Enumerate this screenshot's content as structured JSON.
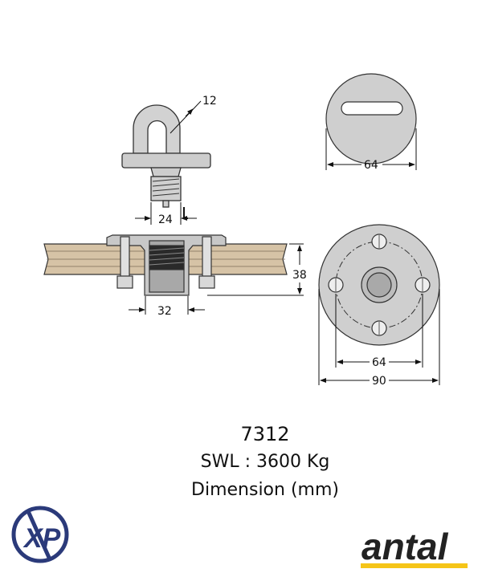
{
  "drawing": {
    "dimensions": {
      "eye_thickness": "12",
      "thread_diameter": "24",
      "socket_width": "32",
      "deck_thickness": "38",
      "eye_plate_diameter": "64",
      "hole_spacing": "64",
      "base_diameter": "90"
    }
  },
  "caption": {
    "model": "7312",
    "swl": "SWL : 3600 Kg",
    "units": "Dimension (mm)"
  },
  "logos": {
    "xp": "XP",
    "antal": "antal"
  },
  "colors": {
    "steel": "#cfcfcf",
    "wood": "#d6c3a6",
    "xp_navy": "#2b3a7a",
    "antal_yellow": "#f5c518"
  }
}
